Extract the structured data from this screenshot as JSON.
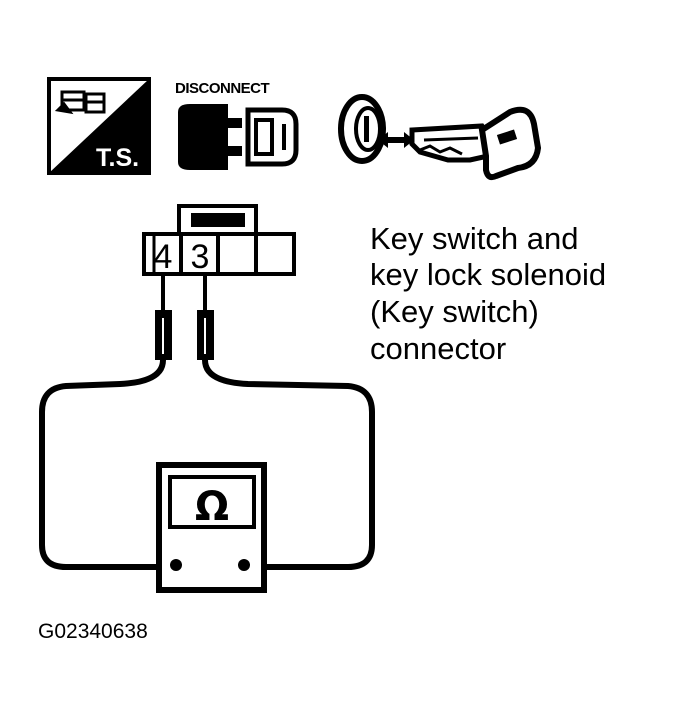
{
  "icons": {
    "troubleshoot": {
      "icon": "troubleshooting-icon",
      "label": "T.S."
    },
    "disconnect": {
      "icon": "disconnect-connector-icon",
      "label": "DISCONNECT"
    },
    "ignition": {
      "icon": "ignition-key-icon"
    }
  },
  "connector": {
    "pins": [
      {
        "label": "4"
      },
      {
        "label": "3"
      },
      {
        "label": ""
      },
      {
        "label": ""
      }
    ]
  },
  "meter": {
    "symbol": "Ω",
    "icon": "ohmmeter-icon"
  },
  "caption": {
    "lines": [
      "Key switch and",
      "key lock solenoid",
      "(Key switch)",
      "connector"
    ]
  },
  "figure_id": "G02340638",
  "colors": {
    "ink": "#000000",
    "paper": "#ffffff"
  }
}
